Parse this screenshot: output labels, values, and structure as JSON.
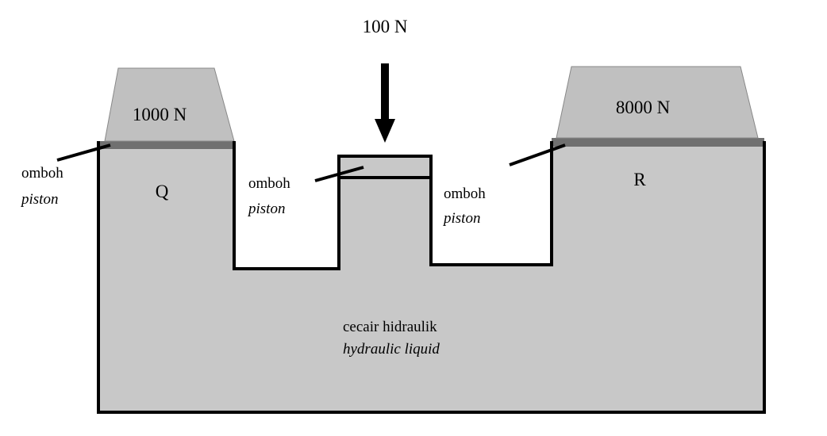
{
  "labels": {
    "applied_force": "100 N",
    "load_q": "1000 N",
    "load_r": "8000 N",
    "cylinder_q": "Q",
    "cylinder_r": "R",
    "piston_q": {
      "ms": "omboh",
      "en": "piston"
    },
    "piston_middle": {
      "ms": "omboh",
      "en": "piston"
    },
    "piston_r": {
      "ms": "omboh",
      "en": "piston"
    },
    "liquid": {
      "ms": "cecair hidraulik",
      "en": "hydraulic liquid"
    }
  },
  "colors": {
    "liquid": "#c8c8c8",
    "piston": "#707070",
    "load": "#c0c0c0",
    "outline": "#000000",
    "muted_text": "#444444"
  }
}
